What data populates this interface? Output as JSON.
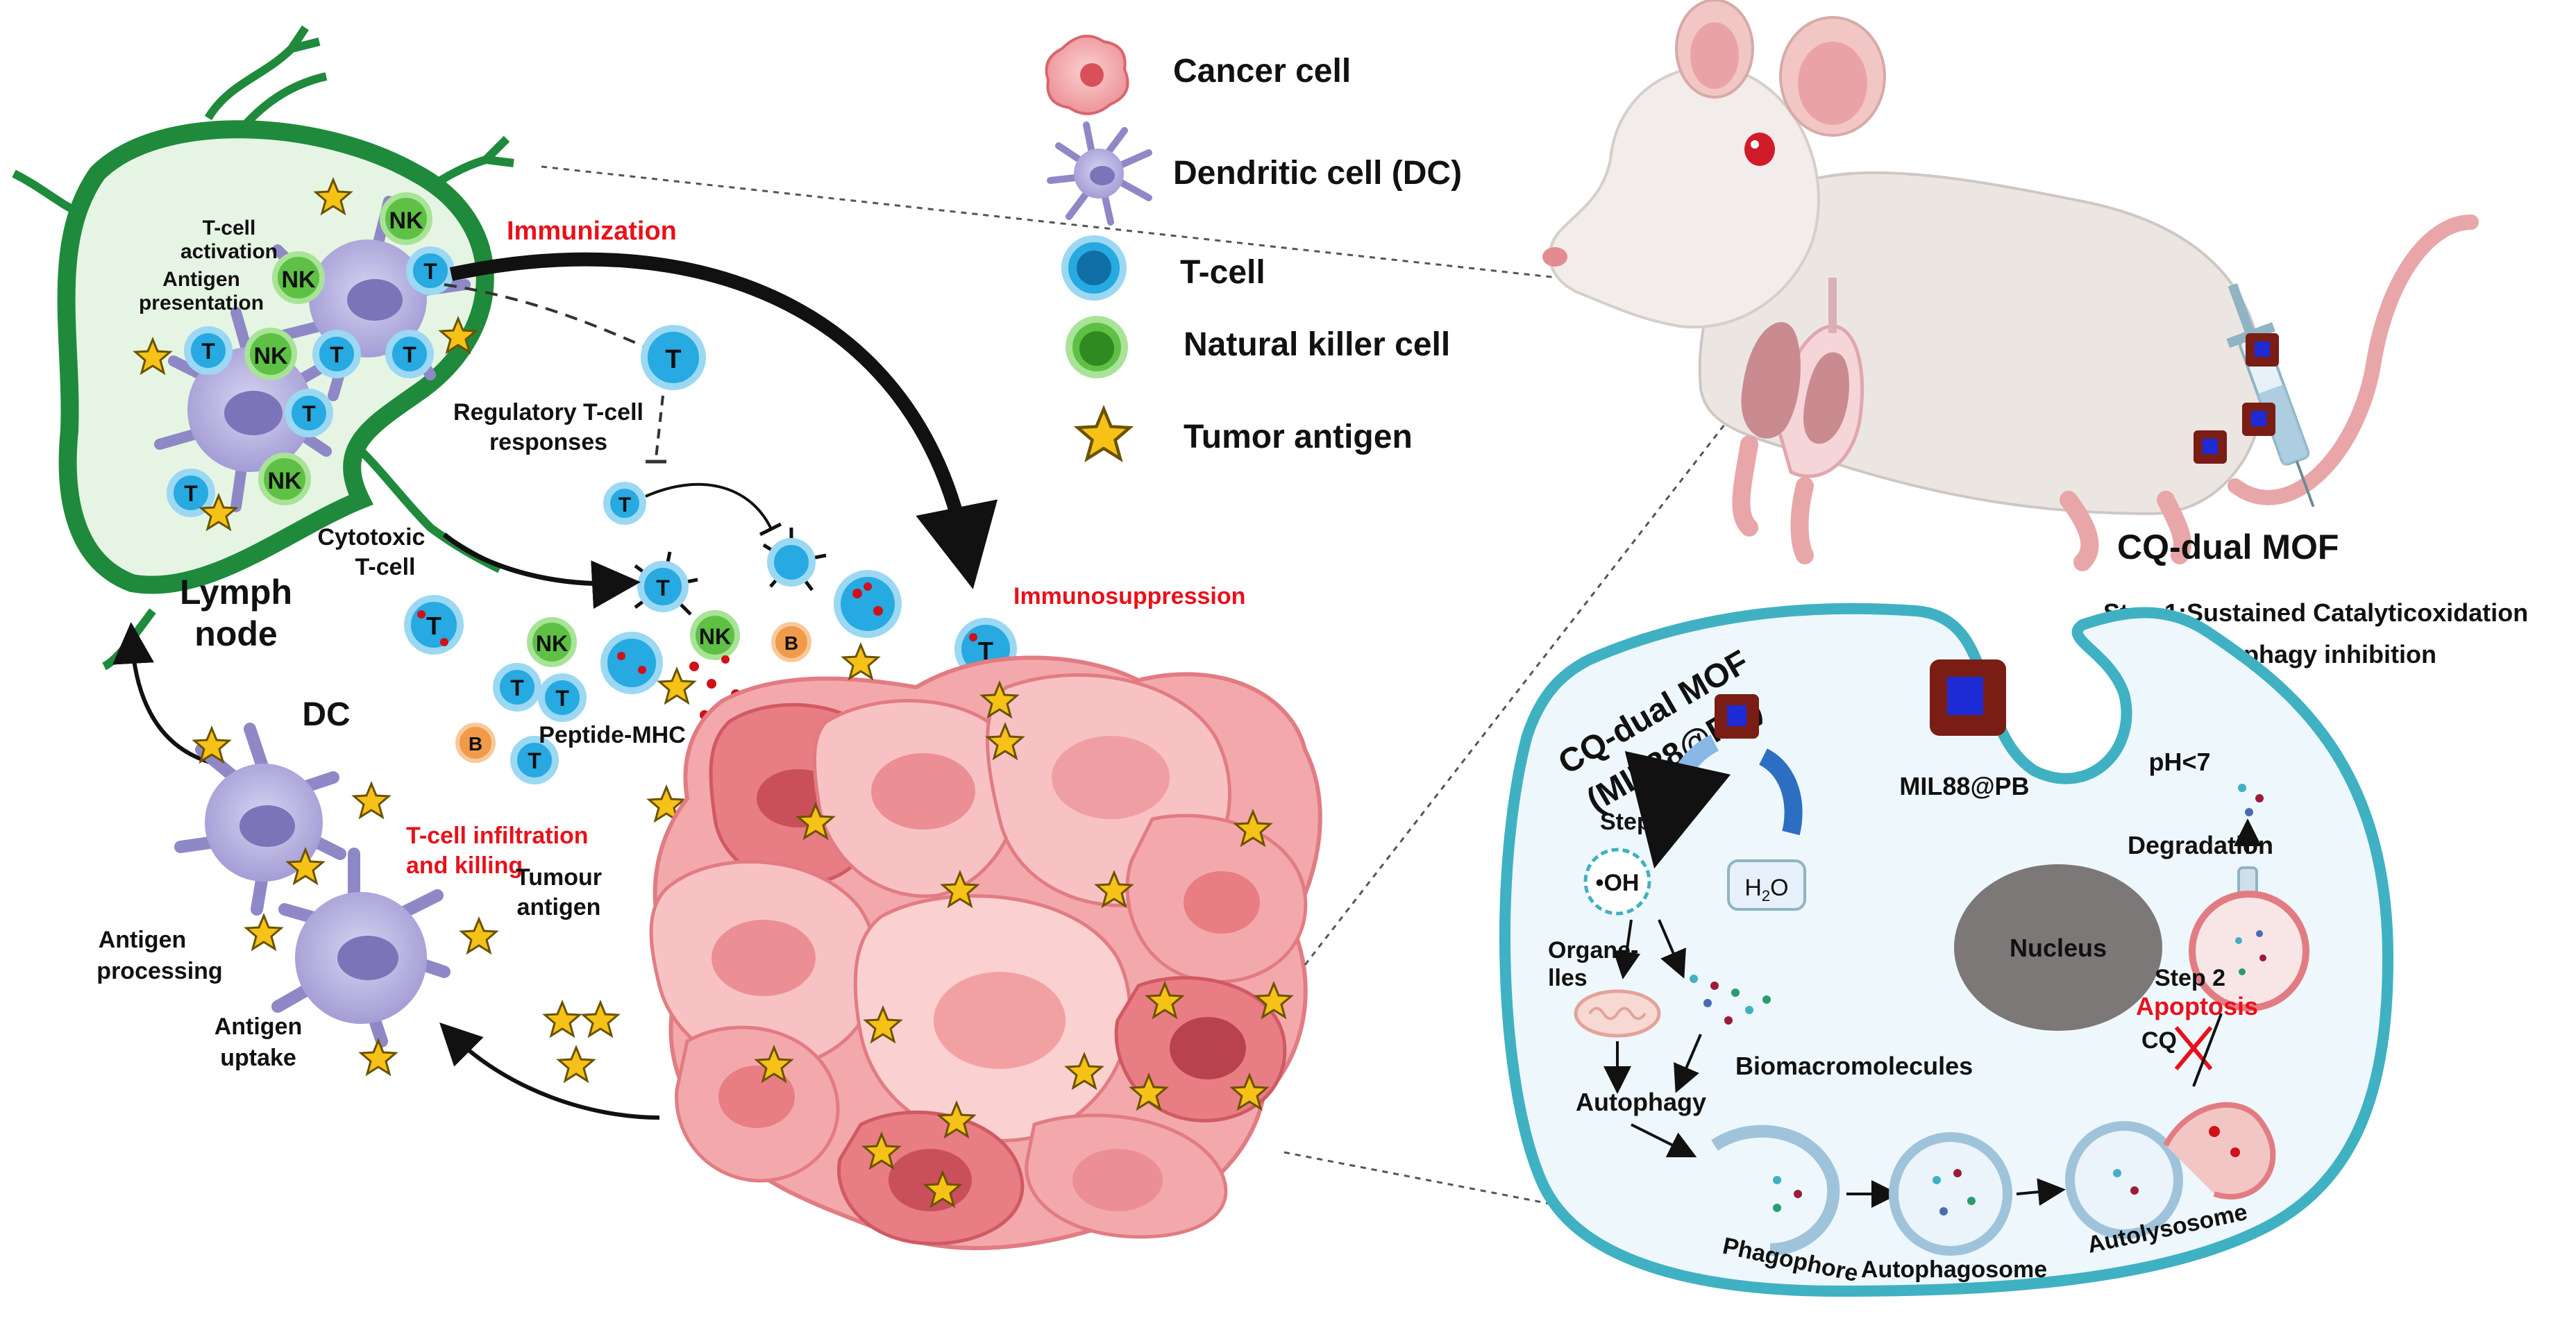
{
  "legend": {
    "cancer_cell": "Cancer cell",
    "dendritic_cell": "Dendritic cell (DC)",
    "t_cell": "T-cell",
    "nk_cell": "Natural killer cell",
    "tumor_antigen": "Tumor antigen"
  },
  "lymph_node": {
    "title_line1": "Lymph",
    "title_line2": "node",
    "t_activation_1": "T-cell",
    "t_activation_2": "activation",
    "antigen_pres_1": "Antigen",
    "antigen_pres_2": "presentation",
    "nk": "NK",
    "t": "T"
  },
  "immune_flow": {
    "immunization": "Immunization",
    "regulatory_1": "Regulatory T-cell",
    "regulatory_2": "responses",
    "cytotoxic_1": "Cytotoxic",
    "cytotoxic_2": "T-cell",
    "immunosuppression": "Immunosuppression",
    "peptide_mhc": "Peptide-MHC",
    "b": "B",
    "dc": "DC",
    "infiltration_1": "T-cell infiltration",
    "infiltration_2": "and killing",
    "tumour_antigen_1": "Tumour",
    "tumour_antigen_2": "antigen",
    "antigen_processing_1": "Antigen",
    "antigen_processing_2": "processing",
    "antigen_uptake_1": "Antigen",
    "antigen_uptake_2": "uptake"
  },
  "mof_panel": {
    "cq_title": "CQ-dual MOF",
    "step1_desc": "Step 1:Sustained Catalyticoxidation",
    "step2_desc": "Step 2:Autophagy inhibition",
    "rotated_1": "CQ-dual MOF",
    "rotated_2": "(MIL88@PB)",
    "mil88": "MIL88@PB",
    "ph": "pH<7",
    "step1": "Step 1",
    "oh": "•OH",
    "h2o2": "H",
    "h2o2_sub": "2",
    "h2o2_o": "O",
    "degradation": "Degradation",
    "nucleus": "Nucleus",
    "organelles_1": "Organe-",
    "organelles_2": "lles",
    "step2": "Step 2",
    "apoptosis": "Apoptosis",
    "cq": "CQ",
    "biomacromolecules": "Biomacromolecules",
    "autophagy": "Autophagy",
    "phagophore": "Phagophore",
    "autophagosome": "Autophagosome",
    "autolysosome": "Autolysosome"
  },
  "colors": {
    "lymph_green": "#1f8a3c",
    "t_cell_blue": "#27a9e1",
    "dc_purple": "#a9a4d9",
    "cancer_pink": "#f2a1a3",
    "highlight_red": "#e8111a",
    "cell_outline_teal": "#3fb1c2",
    "star_yellow": "#f6c218",
    "mof_brown": "#7a1d14",
    "mof_blue": "#1d2bd4"
  }
}
